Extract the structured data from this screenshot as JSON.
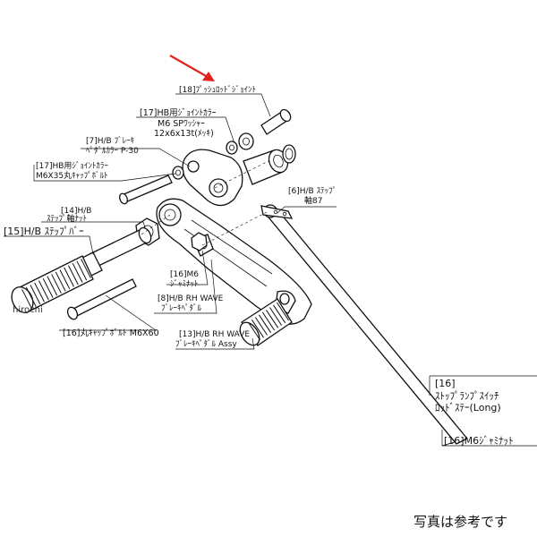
{
  "labels": {
    "pushrod_joint": "[18]ﾌﾟｯｼｭﾛｯﾄﾞｼﾞｮｲﾝﾄ",
    "collar_17a_1": "[17]HB用ｼﾞｮｲﾝﾄｶﾗｰ",
    "collar_17a_2": "M6 SPﾜｯｼｬｰ",
    "collar_17a_3": "12x6x13t(ﾒｯｷ)",
    "brake_7_1": "[7]H/B ﾌﾞﾚｰｷ",
    "brake_7_2": "ﾍﾟﾀﾞﾙｶﾗｰ P-30",
    "collar_17b_1": "[17]HB用ｼﾞｮｲﾝﾄｶﾗｰ",
    "collar_17b_2": "M6X35丸ｷｬｯﾌﾟﾎﾞﾙﾄ",
    "step_6_1": "[6]H/B ｽﾃｯﾌﾟ",
    "step_6_2": "軸87",
    "step_nut_14_1": "[14]H/B",
    "step_nut_14_2": "ｽﾃｯﾌﾟ軸ﾅｯﾄ",
    "step_bar_15": "[15]H/B ｽﾃｯﾌﾟﾊﾞｰ",
    "nut_16_1": "[16]M6",
    "nut_16_2": "ｼﾞｬﾐﾅｯﾄ",
    "pedal_8_1": "[8]H/B RH WAVE",
    "pedal_8_2": "ﾌﾞﾚｰｷﾍﾟﾀﾞﾙ",
    "bolt_16": "[16]丸ｷｬｯﾌﾟﾎﾞﾙﾄ M6X60",
    "assy_13_1": "[13]H/B RH WAVE",
    "assy_13_2": "ﾌﾞﾚｰｷﾍﾟﾀﾞﾙ Assy",
    "stay_16_1": "[16]",
    "stay_16_2": "ｽﾄｯﾌﾟﾗﾝﾌﾟｽｲｯﾁ",
    "stay_16_3": "ﾛｯﾄﾞｽﾃｰ(Long)",
    "jam_nut_16": "[16]M6ｼﾞｬﾐﾅｯﾄ"
  },
  "watermark": "hirochi",
  "footer_note": "写真は参考です",
  "colors": {
    "line": "#111111",
    "arrow": "#e0231c",
    "background": "#ffffff"
  }
}
